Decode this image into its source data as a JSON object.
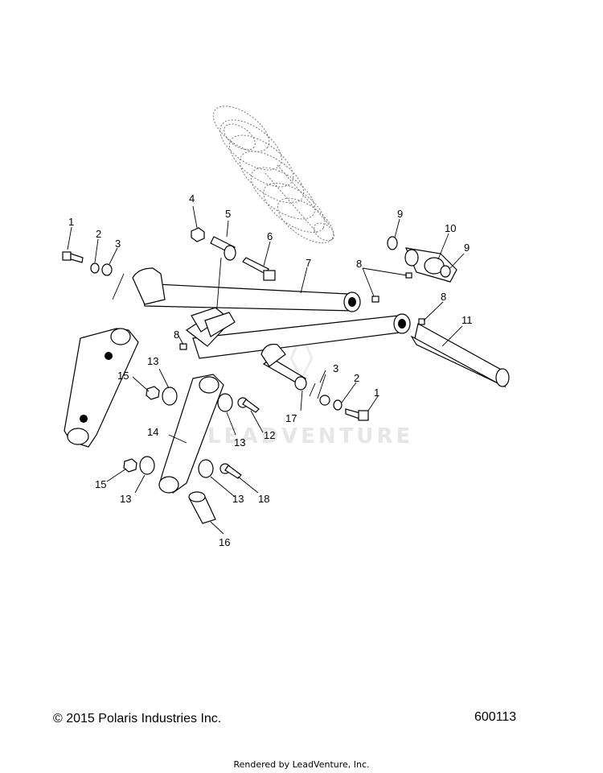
{
  "diagram": {
    "watermark": "LEADVENTURE",
    "callouts": [
      "1",
      "2",
      "3",
      "4",
      "5",
      "6",
      "7",
      "8",
      "9",
      "10",
      "9",
      "8",
      "8",
      "11",
      "1",
      "2",
      "3",
      "17",
      "13",
      "15",
      "14",
      "13",
      "12",
      "15",
      "13",
      "13",
      "18",
      "16"
    ]
  },
  "footer": {
    "copyright": "© 2015 Polaris Industries Inc.",
    "doc_number": "600113",
    "rendered_by": "Rendered by LeadVenture, Inc."
  }
}
